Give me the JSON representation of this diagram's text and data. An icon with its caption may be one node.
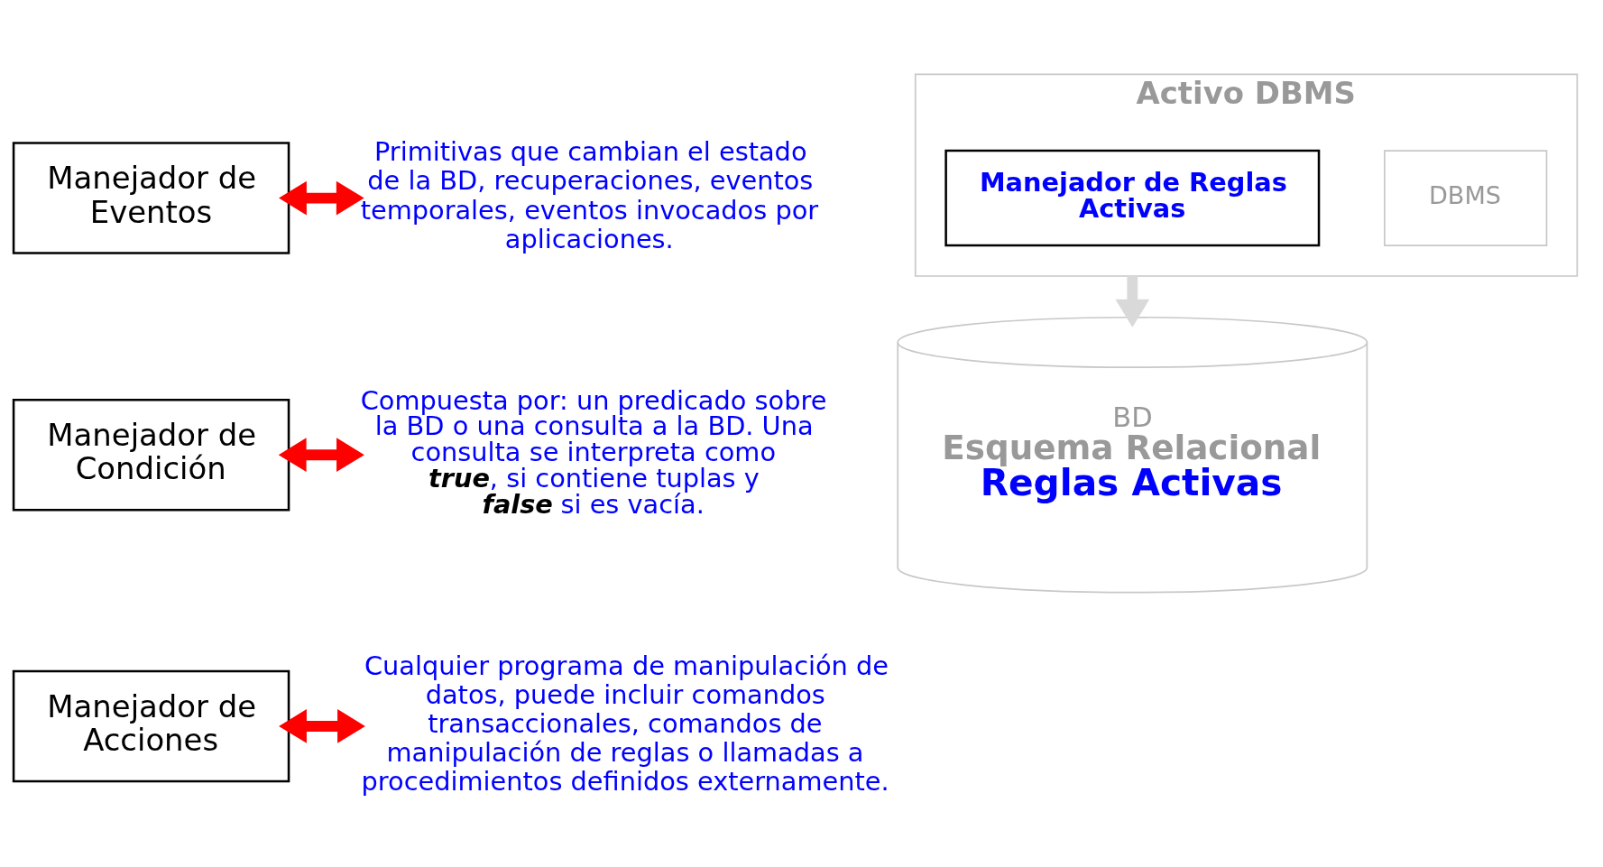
{
  "diagram": {
    "nodes": [
      {
        "text": [
          "Manejador de Eventos"
        ]
      },
      {
        "text": [
          "Primitivas que cambian el estado de la BD, recuperaciones, eventos temporales, eventos invocados por aplicaciones."
        ]
      },
      {
        "text": [
          "Manejador de Condición"
        ]
      },
      {
        "text": [
          "Compuesta por: un predicado sobre la BD o una consulta a la BD. Una consulta se interpreta como **true**, si contiene tuplas y **false** si es vacía."
        ]
      },
      {
        "text": [
          "Manejador de Acciones"
        ]
      },
      {
        "text": [
          "Cualquier programa de manipulación de datos, puede incluir comandos transaccionales, comandos de manipulación de reglas o llamadas a procedimientos definidos externamente."
        ]
      },
      {
        "text": [
          "Activo DBMS"
        ]
      },
      {
        "text": [
          "Manejador de Reglas Activas"
        ],
        "in": 6
      },
      {
        "text": [
          "DBMS"
        ],
        "in": 6
      },
      {
        "text": [
          "BD",
          "Esquema Relacional",
          "Reglas Activas"
        ]
      }
    ],
    "edges": [
      {
        "from": 0,
        "to": 1,
        "arrow": "both"
      },
      {
        "from": 2,
        "to": 3,
        "arrow": "both"
      },
      {
        "from": 4,
        "to": 5,
        "arrow": "both"
      },
      {
        "from": 6,
        "to": 9,
        "arrow": "to",
        "color": "#d9d9d9"
      }
    ]
  }
}
